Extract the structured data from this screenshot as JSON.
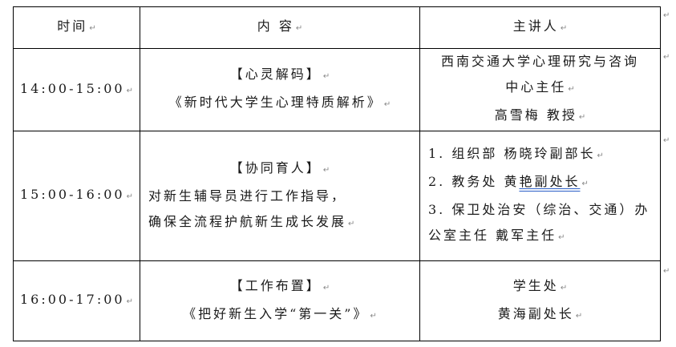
{
  "table": {
    "headers": [
      "时间",
      "内 容",
      "主讲人"
    ],
    "rows": [
      {
        "time": "14:00-15:00",
        "content_title": "【心灵解码】",
        "content_lines": [
          "《新时代大学生心理特质解析》"
        ],
        "speaker_lines": [
          "西南交通大学心理研究与咨询",
          "中心主任",
          "高雪梅 教授"
        ]
      },
      {
        "time": "15:00-16:00",
        "content_title": "【协同育人】",
        "content_lines": [
          "对新生辅导员进行工作指导，",
          "确保全流程护航新生成长发展"
        ],
        "speaker_lines": [
          "1. 组织部  杨晓玲副部长",
          "2. 教务处  黄",
          "艳副处长",
          "3. 保卫处治安（综治、交通）办",
          "公室主任  戴军主任"
        ]
      },
      {
        "time": "16:00-17:00",
        "content_title": "【工作布置】",
        "content_lines": [
          "《把好新生入学“第一关”》"
        ],
        "speaker_lines": [
          "学生处",
          "黄海副处长"
        ]
      }
    ]
  },
  "marks": {
    "paragraph_mark": "↵"
  },
  "colors": {
    "border": "#000000",
    "text": "#1a1a1a",
    "spellcheck_underline": "#2a5ec7",
    "mark": "#888888"
  }
}
